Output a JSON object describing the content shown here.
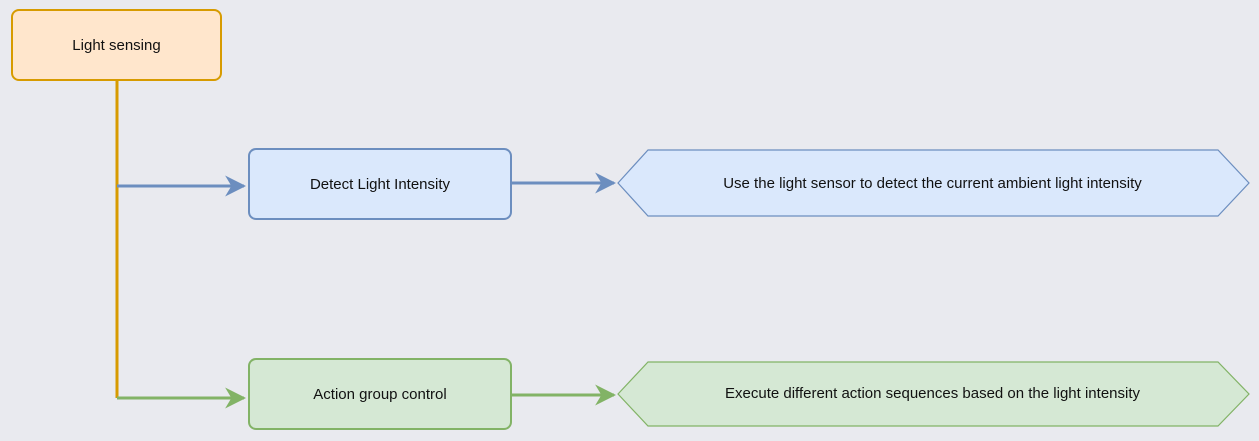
{
  "diagram": {
    "root": {
      "label": "Light sensing"
    },
    "branches": [
      {
        "label": "Detect Light Intensity",
        "description": "Use the light sensor to detect the current ambient light intensity"
      },
      {
        "label": "Action group control",
        "description": "Execute different action sequences based on the light intensity"
      }
    ]
  },
  "colors": {
    "background": "#e9eaef",
    "root_fill": "#ffe6cc",
    "root_stroke": "#d79b00",
    "blue_fill": "#dae8fc",
    "blue_stroke": "#6c8ebf",
    "green_fill": "#d5e8d4",
    "green_stroke": "#82b366"
  }
}
